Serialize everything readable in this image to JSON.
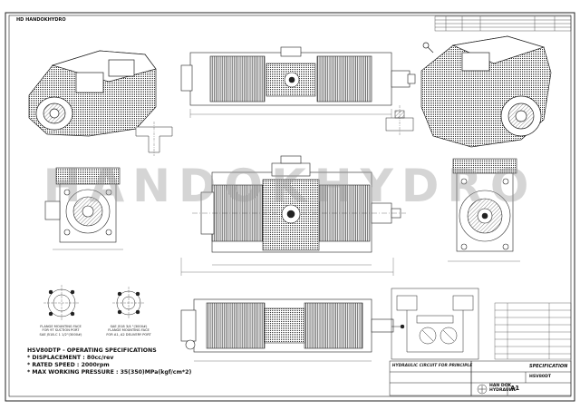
{
  "drawing": {
    "corner_logo": "HD HANDOKHYDRO",
    "watermark": "HANDOKHYDRO",
    "border_color": "#222222",
    "line_color": "#333333",
    "watermark_color": "#969696"
  },
  "specs": {
    "heading": "HSV80DTP - OPERATING SPECIFICATIONS",
    "lines": [
      "* DISPLACEMENT : 80cc/rev",
      "* RATED SPEED : 2000rpm",
      "* MAX WORKING PRESSURE : 35(350)MPa(kgf/cm*2)"
    ]
  },
  "captions": {
    "flange_left": [
      "FLANGE MOUNTING FACE",
      "FOR 9T SUCTION PORT",
      "SAE J518-C 1 1/2\"(3000#)"
    ],
    "flange_right": [
      "SAE J518 3/4 \"(3000#)",
      "FLANGE MOUNTING FACE",
      "FOR A1, A2 DELIVERY PORT"
    ],
    "hydraulic_circuit": "HYDRAULIC CIRCUIT FOR PRINCIPLE"
  },
  "title_block": {
    "company_line1": "HAN DOK",
    "company_line2": "HYDRAULIC",
    "doc_type": "SPECIFICATION",
    "model": "HSV80DT",
    "size": "A1"
  },
  "icons": [
    "drawing-border",
    "pump-isometric-view",
    "pump-section-view",
    "flange-face-view",
    "hydraulic-circuit-schematic",
    "title-block"
  ]
}
